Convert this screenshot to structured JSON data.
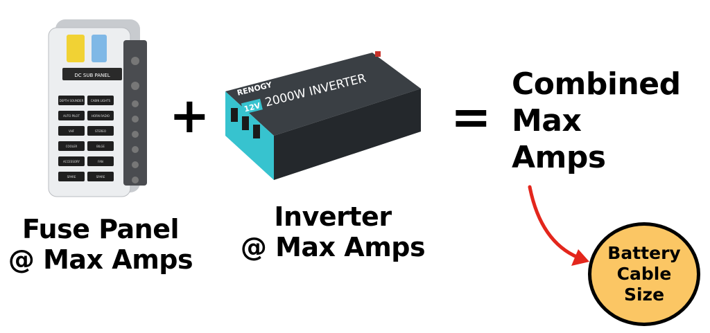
{
  "fuse_panel": {
    "caption_line1": "Fuse Panel",
    "caption_line2": "@ Max Amps",
    "device_title": "DC SUB PANEL",
    "slot_labels": [
      "DEPTH SOUNDER",
      "CABIN LIGHTS",
      "AUTO PILOT",
      "HORN RADIO",
      "VHF",
      "STEREO",
      "COOLER",
      "BILGE",
      "ACCESSORY",
      "FAN",
      "SPARE",
      "SPARE"
    ]
  },
  "inverter": {
    "caption_line1": "Inverter",
    "caption_line2": "@ Max Amps",
    "brand": "RENOGY",
    "voltage": "12V",
    "model": "2000W INVERTER"
  },
  "operators": {
    "plus": "+",
    "equals": "="
  },
  "result": {
    "line1": "Combined",
    "line2": "Max",
    "line3": "Amps"
  },
  "outcome": {
    "text": "Battery\nCable\nSize"
  },
  "colors": {
    "arrow": "#e3261c",
    "circle_fill": "#fbc664",
    "inverter_body": "#2b2f33",
    "inverter_accent": "#37c3cf",
    "fuse_case": "#e6e8ea"
  }
}
